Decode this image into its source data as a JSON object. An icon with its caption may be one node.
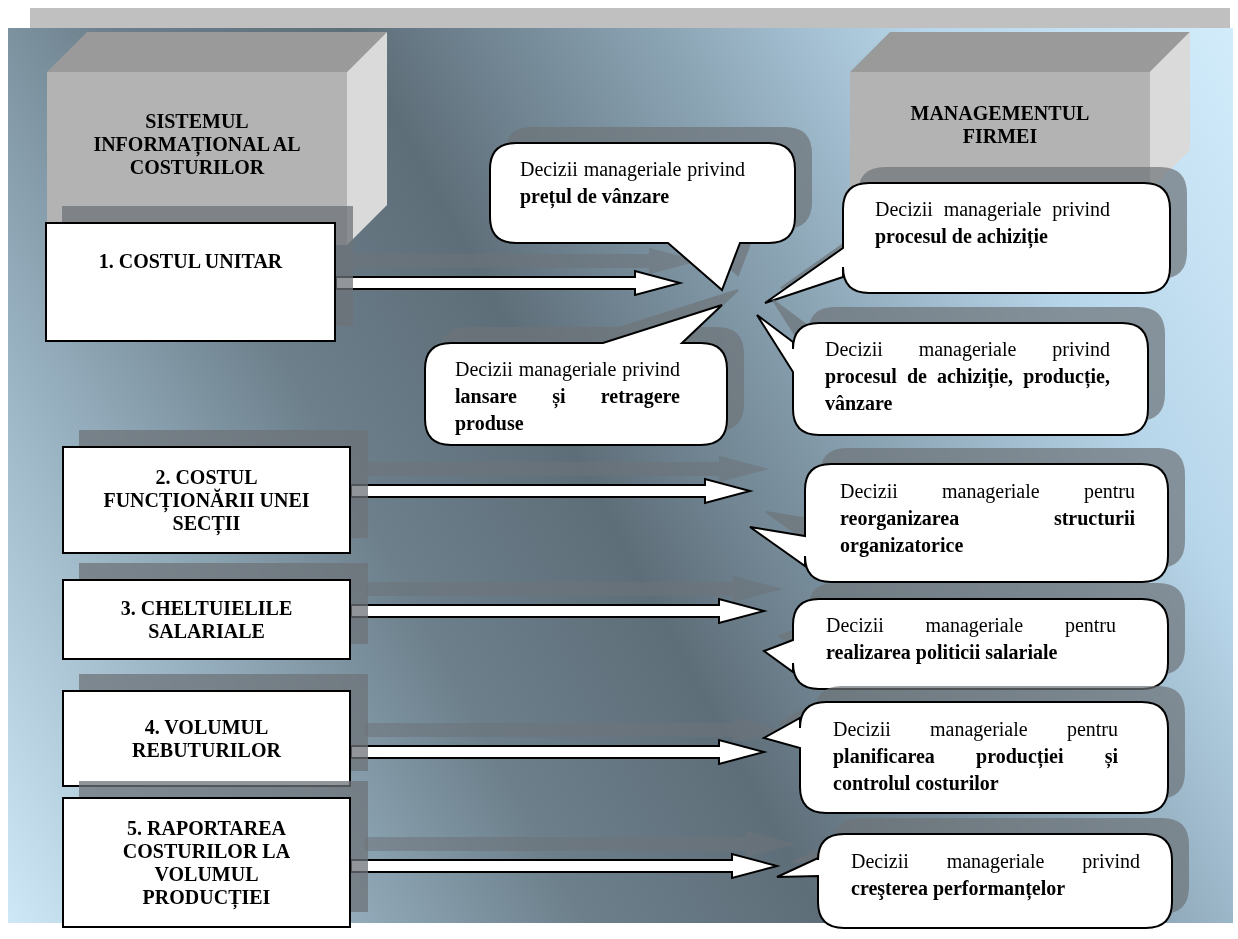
{
  "diagram": {
    "nodes": [
      {
        "text": [
          "SISTEMUL INFORMAȚIONAL AL COSTURILOR"
        ]
      },
      {
        "text": [
          "MANAGEMENTUL FIRMEI"
        ]
      },
      {
        "text": [
          "1. COSTUL UNITAR"
        ]
      },
      {
        "text": [
          "2. COSTUL FUNCȚIONĂRII UNEI SECȚII"
        ]
      },
      {
        "text": [
          "3. CHELTUIELILE SALARIALE"
        ]
      },
      {
        "text": [
          "4. VOLUMUL REBUTURILOR"
        ]
      },
      {
        "text": [
          "5. RAPORTAREA COSTURILOR LA VOLUMUL PRODUCȚIEI"
        ]
      },
      {
        "text": [
          "Decizii manageriale privind **prețul de vânzare**"
        ]
      },
      {
        "text": [
          "Decizii manageriale privind **procesul de achiziție**"
        ]
      },
      {
        "text": [
          "Decizii manageriale privind **lansare și retragere produse**"
        ]
      },
      {
        "text": [
          "Decizii manageriale privind **procesul de achiziție, producție, vânzare**"
        ]
      },
      {
        "text": [
          "Decizii manageriale pentru **reorganizarea structurii organizatorice**"
        ]
      },
      {
        "text": [
          "Decizii manageriale pentru **realizarea politicii salariale**"
        ]
      },
      {
        "text": [
          "Decizii manageriale pentru **planificarea producției și controlul costurilor**"
        ]
      },
      {
        "text": [
          "Decizii manageriale privind **creşterea performanțelor**"
        ]
      }
    ],
    "edges": [
      {
        "from": 2,
        "to": null,
        "arrow": "to"
      },
      {
        "from": 3,
        "to": 11,
        "arrow": "to"
      },
      {
        "from": 4,
        "to": 12,
        "arrow": "to"
      },
      {
        "from": 5,
        "to": 13,
        "arrow": "to"
      },
      {
        "from": 6,
        "to": 14,
        "arrow": "to"
      }
    ]
  }
}
